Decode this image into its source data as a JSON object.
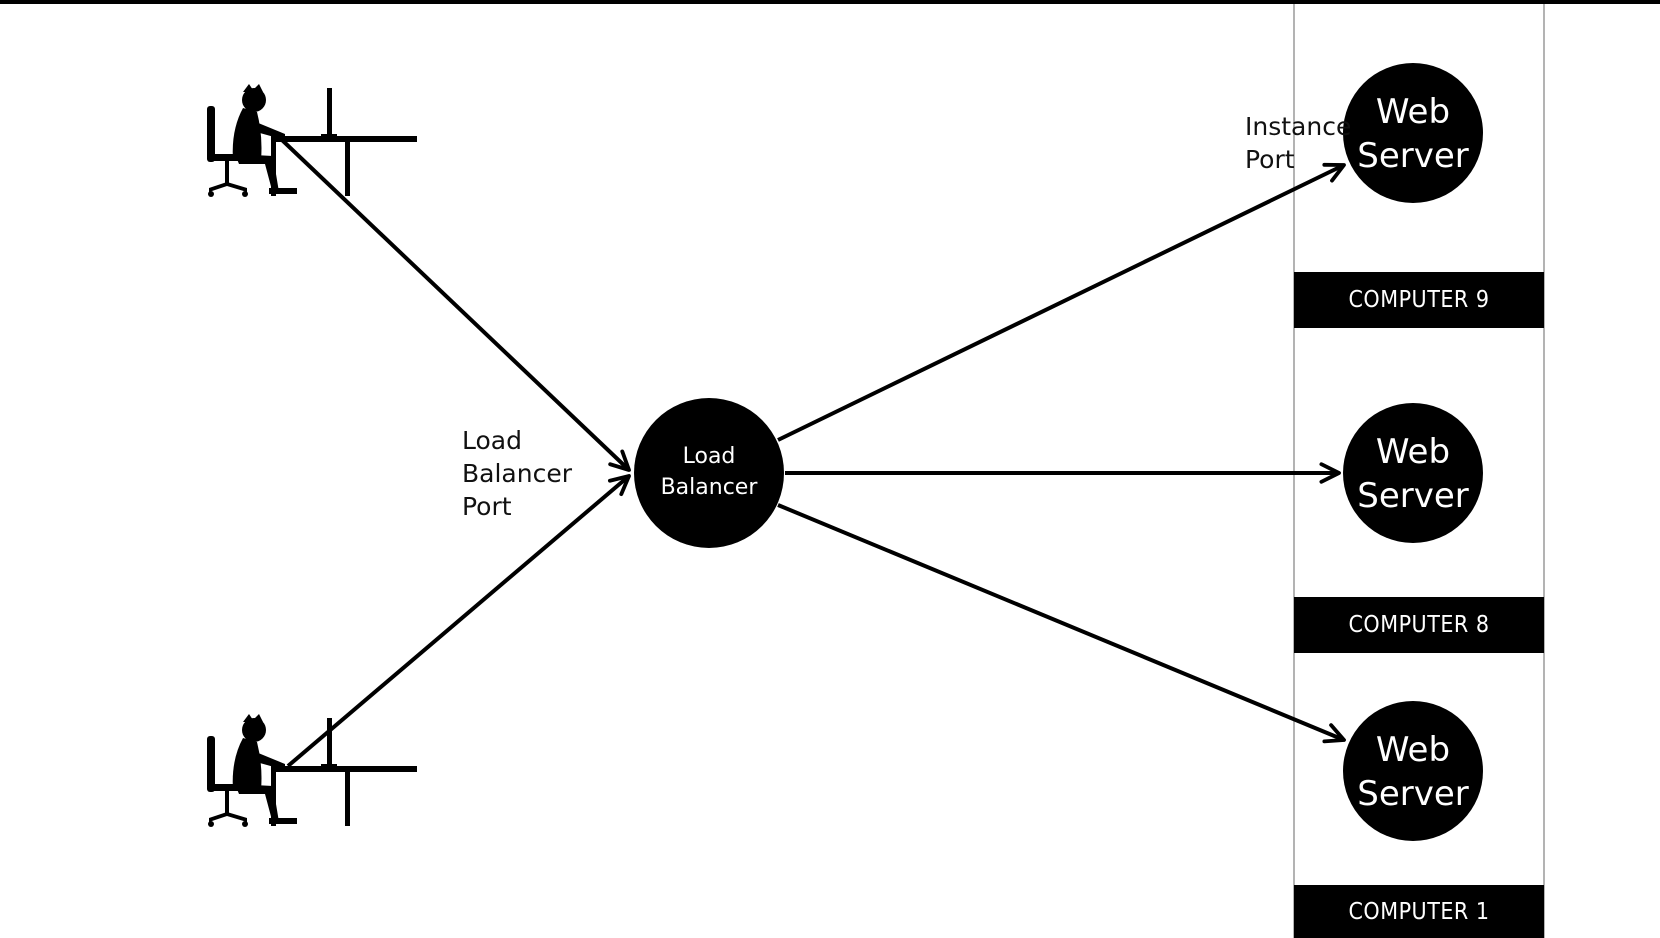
{
  "load_balancer": {
    "line1": "Load",
    "line2": "Balancer"
  },
  "load_balancer_port_label": {
    "line1": "Load",
    "line2": "Balancer",
    "line3": "Port"
  },
  "instance_port_label": {
    "line1": "Instance",
    "line2": "Port"
  },
  "web_servers": [
    {
      "line1": "Web",
      "line2": "Server",
      "computer": "COMPUTER 9"
    },
    {
      "line1": "Web",
      "line2": "Server",
      "computer": "COMPUTER 8"
    },
    {
      "line1": "Web",
      "line2": "Server",
      "computer": "COMPUTER 1"
    }
  ],
  "users": [
    {
      "icon": "user-at-desk-icon"
    },
    {
      "icon": "user-at-desk-icon"
    }
  ],
  "colors": {
    "background": "#ffffff",
    "foreground": "#000000",
    "node_text": "#ffffff"
  }
}
